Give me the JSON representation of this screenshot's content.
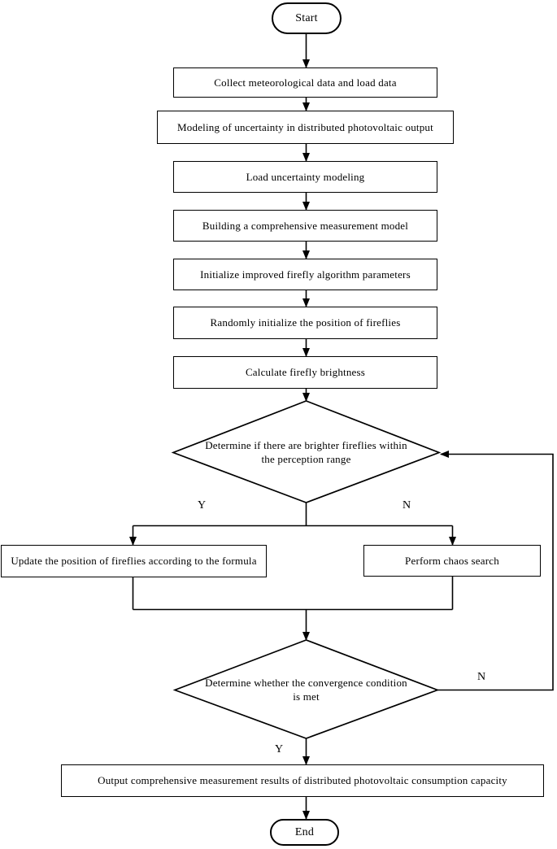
{
  "diagram": {
    "type": "flowchart",
    "colors": {
      "line": "#000000",
      "background": "#ffffff",
      "node_fill": "#ffffff",
      "text": "#000000"
    },
    "nodes": {
      "start": {
        "shape": "terminator",
        "label": "Start"
      },
      "collect_data": {
        "shape": "process",
        "label": "Collect meteorological data and load data"
      },
      "pv_uncertainty": {
        "shape": "process",
        "label": "Modeling of uncertainty in distributed photovoltaic output"
      },
      "load_uncertainty": {
        "shape": "process",
        "label": "Load uncertainty modeling"
      },
      "build_model": {
        "shape": "process",
        "label": "Building a comprehensive measurement model"
      },
      "init_params": {
        "shape": "process",
        "label": "Initialize improved firefly algorithm parameters"
      },
      "random_init": {
        "shape": "process",
        "label": "Randomly initialize the position of fireflies"
      },
      "calc_brightness": {
        "shape": "process",
        "label": "Calculate firefly brightness"
      },
      "decision_brighter": {
        "shape": "decision",
        "label": "Determine if there are brighter fireflies within the perception range"
      },
      "update_position": {
        "shape": "process",
        "label": "Update the position of fireflies according to the formula"
      },
      "chaos_search": {
        "shape": "process",
        "label": "Perform chaos search"
      },
      "decision_convergence": {
        "shape": "decision",
        "label": "Determine whether the convergence condition is met"
      },
      "output_results": {
        "shape": "process",
        "label": "Output comprehensive measurement results of distributed photovoltaic consumption capacity"
      },
      "end": {
        "shape": "terminator",
        "label": "End"
      }
    },
    "edge_labels": {
      "brighter_yes": "Y",
      "brighter_no": "N",
      "convergence_yes": "Y",
      "convergence_no": "N"
    }
  }
}
